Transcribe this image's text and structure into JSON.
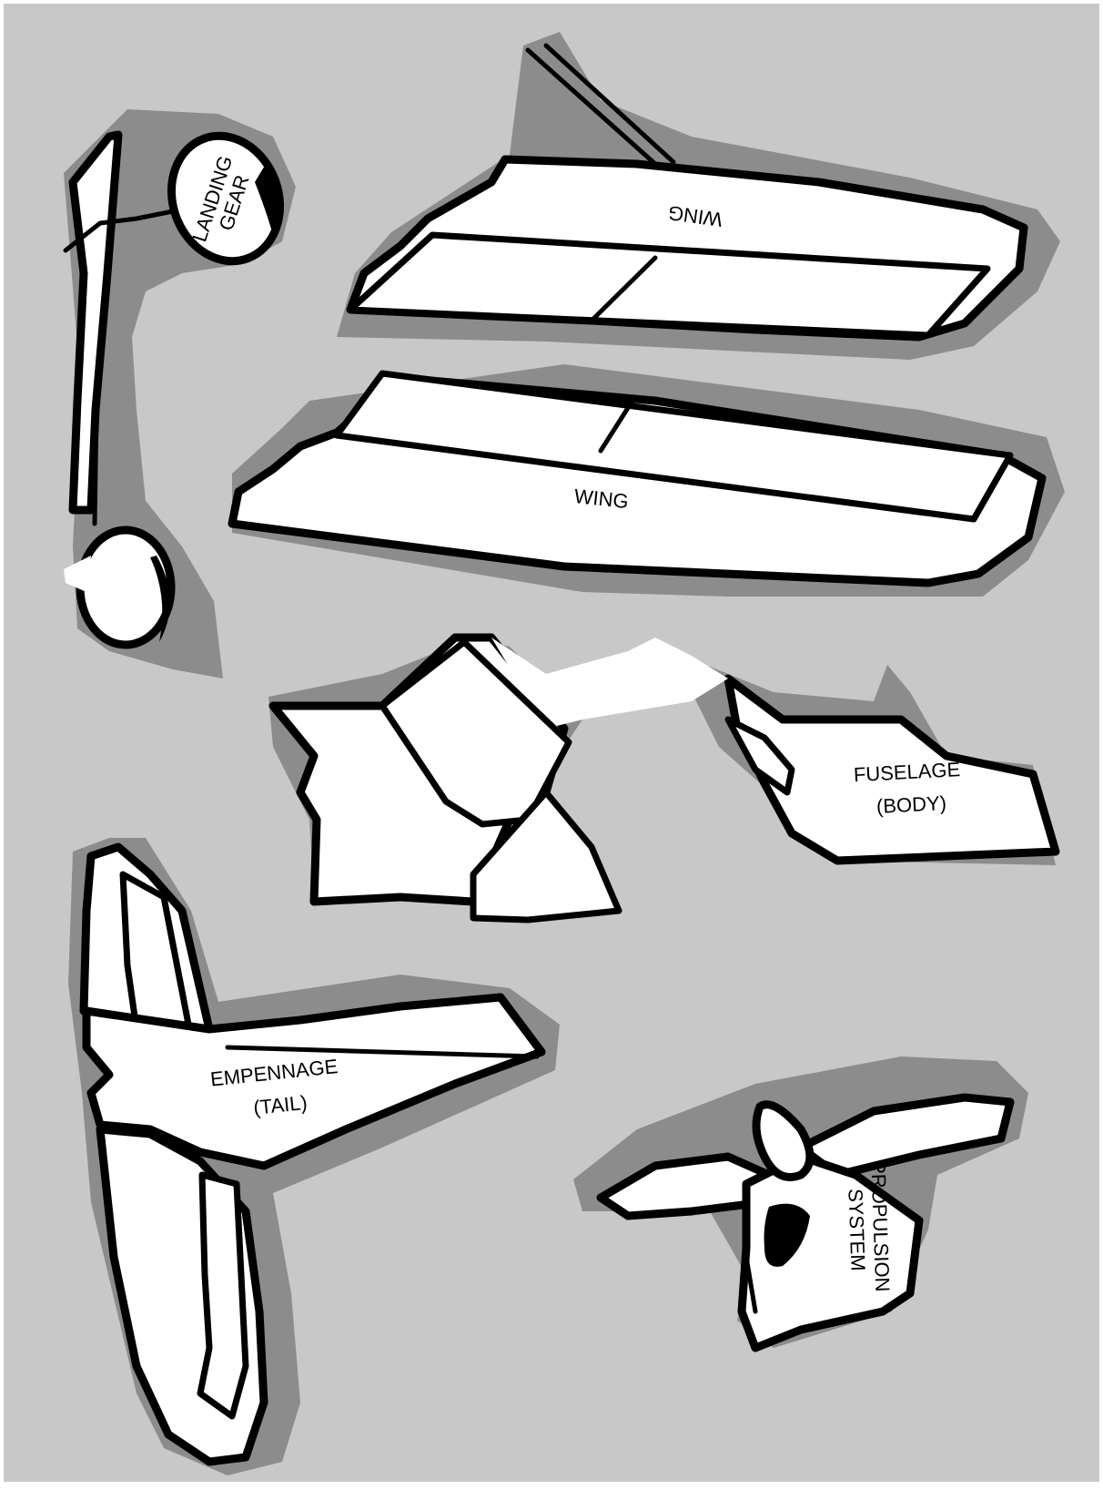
{
  "diagram": {
    "labels": {
      "landing_gear": [
        "LANDING",
        "GEAR"
      ],
      "wing_top": "WING",
      "wing_bottom": "WING",
      "fuselage": [
        "FUSELAGE",
        "(BODY)"
      ],
      "empennage": [
        "EMPENNAGE",
        "(TAIL)"
      ],
      "propulsion": [
        "PROPULSION",
        "SYSTEM"
      ]
    },
    "colors": {
      "background": "#c8c8c8",
      "shadow": "#8c8c8c",
      "piece_fill": "#ffffff",
      "outline": "#000000"
    }
  }
}
